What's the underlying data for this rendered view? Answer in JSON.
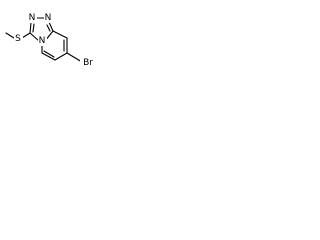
{
  "atoms": [
    {
      "id": "N_top",
      "symbol": "N"
    },
    {
      "id": "N_bridge",
      "symbol": "N"
    },
    {
      "id": "S",
      "symbol": "S"
    },
    {
      "id": "Br",
      "symbol": "Br"
    }
  ],
  "colors": {
    "bond": "#000000",
    "background": "#ffffff"
  }
}
